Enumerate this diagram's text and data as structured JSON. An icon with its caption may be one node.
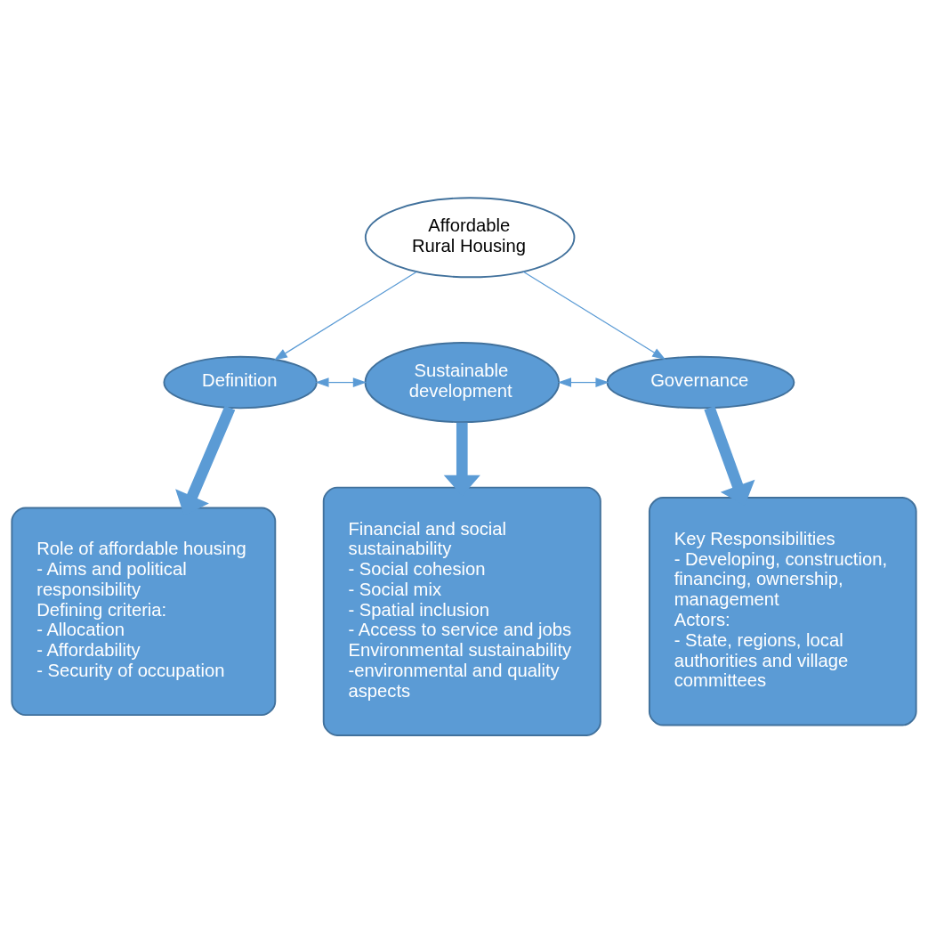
{
  "diagram": {
    "nodes": [
      {
        "text": [
          "Affordable Rural Housing"
        ]
      },
      {
        "text": [
          "Definition"
        ]
      },
      {
        "text": [
          "Sustainable development"
        ]
      },
      {
        "text": [
          "Governance"
        ]
      },
      {
        "text": [
          "Role of affordable housing",
          "- Aims and political responsibility",
          "Defining criteria:",
          "- Allocation",
          "- Affordability",
          "- Security of occupation"
        ]
      },
      {
        "text": [
          "Financial and social sustainability",
          "- Social cohesion",
          "- Social mix",
          "- Spatial inclusion",
          "- Access to service and jobs",
          "Environmental sustainability",
          "-environmental and quality aspects"
        ]
      },
      {
        "text": [
          "Key Responsibilities",
          "- Developing, construction, financing, ownership, management",
          "Actors:",
          "- State, regions, local authorities and village committees"
        ]
      }
    ],
    "edges": [
      {
        "from": 0,
        "to": 1,
        "arrow": "to"
      },
      {
        "from": 0,
        "to": 3,
        "arrow": "to"
      },
      {
        "from": 1,
        "to": 2,
        "arrow": "both"
      },
      {
        "from": 2,
        "to": 3,
        "arrow": "both"
      },
      {
        "from": 1,
        "to": 4,
        "arrow": "to",
        "style": "thick"
      },
      {
        "from": 2,
        "to": 5,
        "arrow": "to",
        "style": "thick"
      },
      {
        "from": 3,
        "to": 6,
        "arrow": "to",
        "style": "thick"
      }
    ]
  }
}
